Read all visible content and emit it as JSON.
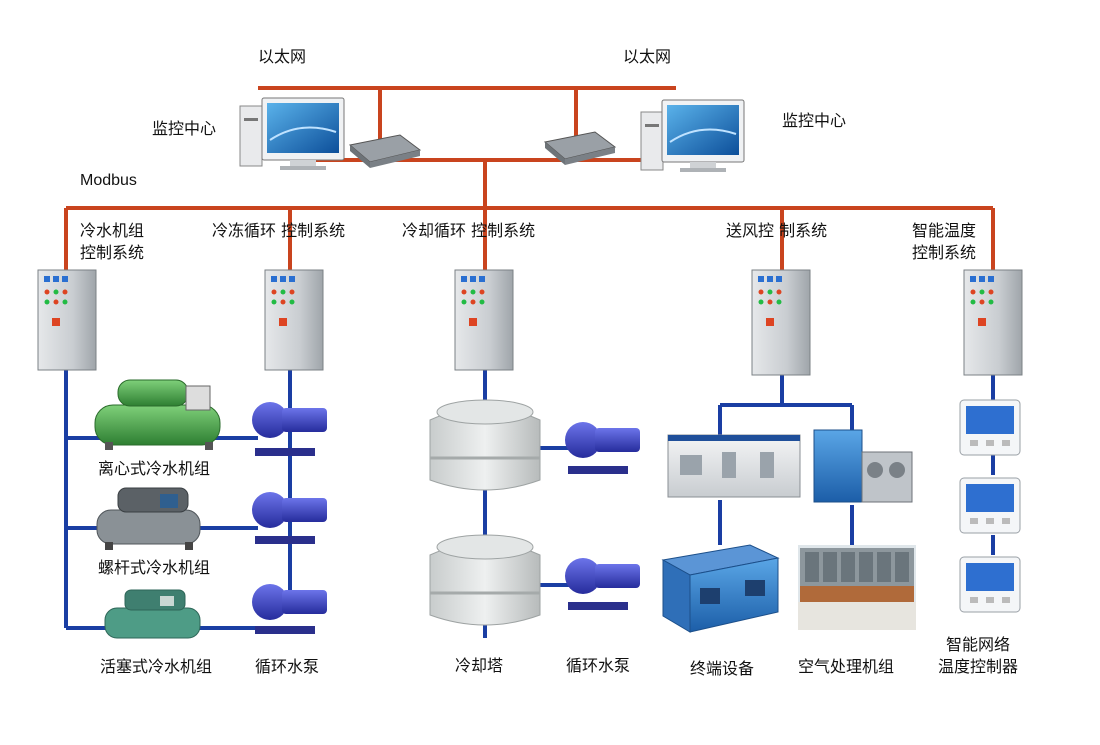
{
  "network": {
    "ethernet_left": "以太网",
    "ethernet_right": "以太网",
    "protocol": "Modbus"
  },
  "monitoring": {
    "left_label": "监控中心",
    "right_label": "监控中心"
  },
  "control_systems": [
    {
      "label": "冷水机组\n控制系统"
    },
    {
      "label": "冷冻循环 控制系统"
    },
    {
      "label": "冷却循环 控制系统"
    },
    {
      "label": "送风控 制系统"
    },
    {
      "label": "智能温度\n控制系统"
    }
  ],
  "equipment": {
    "centrifugal_chiller": "离心式冷水机组",
    "screw_chiller": "螺杆式冷水机组",
    "piston_chiller": "活塞式冷水机组",
    "circulation_pump_1": "循环水泵",
    "cooling_tower": "冷却塔",
    "circulation_pump_2": "循环水泵",
    "terminal_equipment": "终端设备",
    "air_handling_unit": "空气处理机组",
    "thermostat": "智能网络\n温度控制器"
  },
  "colors": {
    "ethernet_line": "#c9441e",
    "field_line": "#1a3ea3",
    "cabinet": "#cfd3d6",
    "chiller_green": "#4fa64a",
    "pump_blue": "#3a44c8",
    "tower_gray": "#d9dcdc",
    "ahu_blue": "#2f7fd0"
  }
}
